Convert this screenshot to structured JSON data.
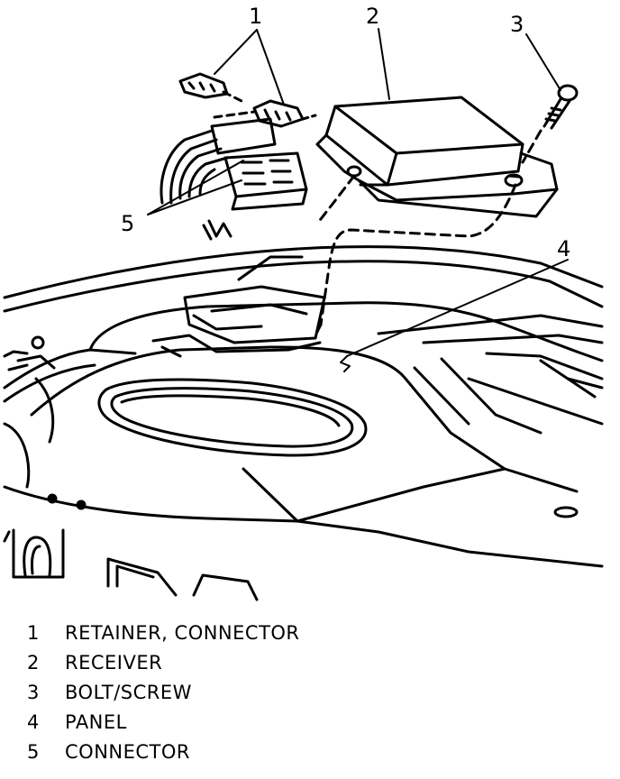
{
  "callouts": [
    {
      "num": "1"
    },
    {
      "num": "2"
    },
    {
      "num": "3"
    },
    {
      "num": "4"
    },
    {
      "num": "5"
    }
  ],
  "legend": [
    {
      "num": "1",
      "label": "RETAINER, CONNECTOR"
    },
    {
      "num": "2",
      "label": "RECEIVER"
    },
    {
      "num": "3",
      "label": "BOLT/SCREW"
    },
    {
      "num": "4",
      "label": "PANEL"
    },
    {
      "num": "5",
      "label": "CONNECTOR"
    }
  ]
}
